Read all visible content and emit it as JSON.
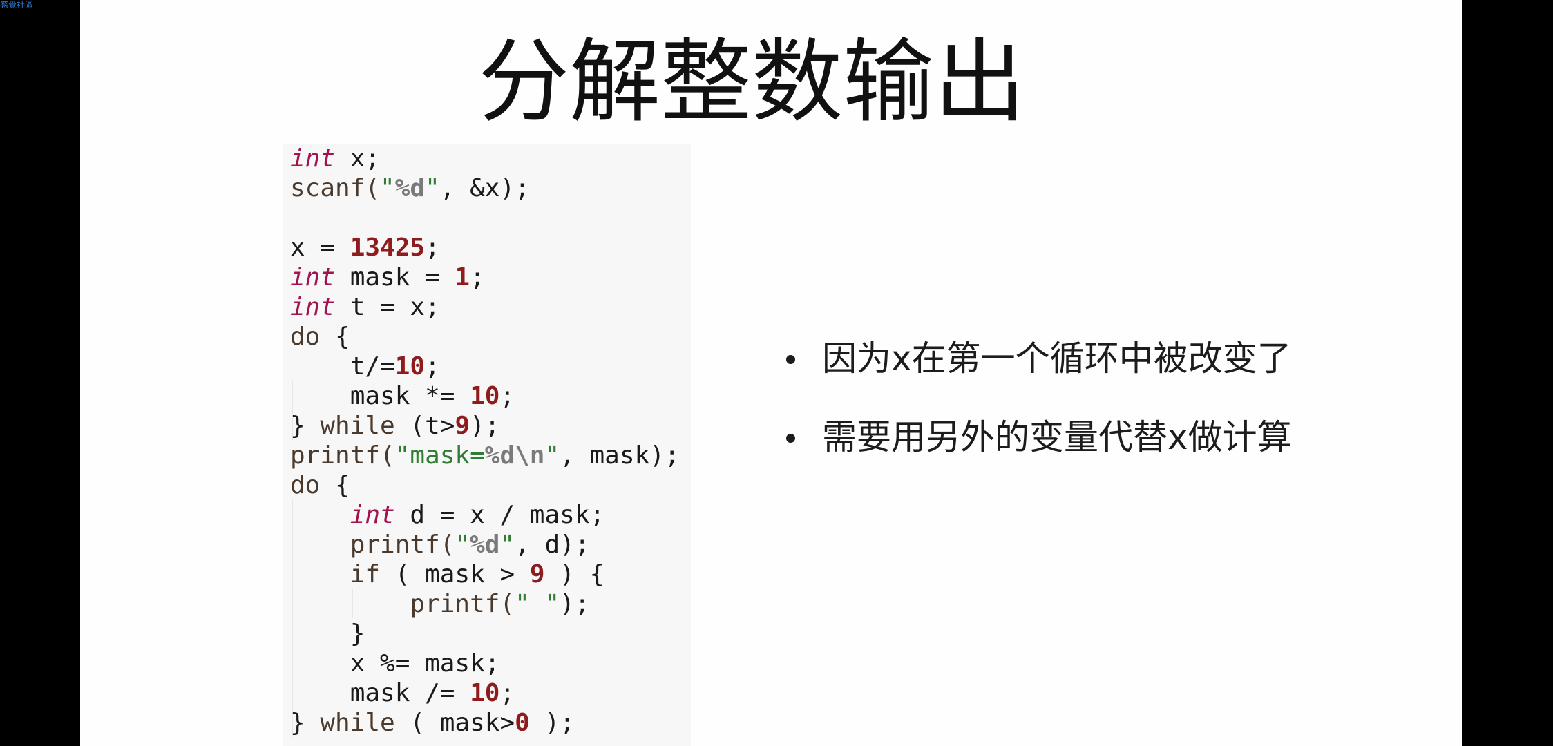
{
  "corner_tag": "感覺社區",
  "slide": {
    "title": "分解整数输出",
    "bullets": [
      "因为x在第一个循环中被改变了",
      "需要用另外的变量代替x做计算"
    ]
  },
  "code": {
    "lines": [
      [
        [
          "kw",
          "int"
        ],
        [
          "p",
          " x;"
        ]
      ],
      [
        [
          "fn",
          "scanf("
        ],
        [
          "str",
          "\""
        ],
        [
          "fmt",
          "%d"
        ],
        [
          "str",
          "\""
        ],
        [
          "p",
          ", &x);"
        ]
      ],
      [
        [
          "p",
          " "
        ]
      ],
      [
        [
          "p",
          "x = "
        ],
        [
          "num",
          "13425"
        ],
        [
          "p",
          ";"
        ]
      ],
      [
        [
          "kw",
          "int"
        ],
        [
          "p",
          " mask = "
        ],
        [
          "num",
          "1"
        ],
        [
          "p",
          ";"
        ]
      ],
      [
        [
          "kw",
          "int"
        ],
        [
          "p",
          " t = x;"
        ]
      ],
      [
        [
          "ctl",
          "do"
        ],
        [
          "p",
          " {"
        ]
      ],
      [
        [
          "p",
          "    t/="
        ],
        [
          "num",
          "10"
        ],
        [
          "p",
          ";"
        ]
      ],
      [
        [
          "p",
          "    mask *= "
        ],
        [
          "num",
          "10"
        ],
        [
          "p",
          ";"
        ]
      ],
      [
        [
          "p",
          "} "
        ],
        [
          "ctl",
          "while"
        ],
        [
          "p",
          " (t>"
        ],
        [
          "num",
          "9"
        ],
        [
          "p",
          ");"
        ]
      ],
      [
        [
          "fn",
          "printf("
        ],
        [
          "str",
          "\"mask="
        ],
        [
          "fmt",
          "%d\\n"
        ],
        [
          "str",
          "\""
        ],
        [
          "p",
          ", mask);"
        ]
      ],
      [
        [
          "ctl",
          "do"
        ],
        [
          "p",
          " {"
        ]
      ],
      [
        [
          "p",
          "    "
        ],
        [
          "kw",
          "int"
        ],
        [
          "p",
          " d = x / mask;"
        ]
      ],
      [
        [
          "p",
          "    "
        ],
        [
          "fn",
          "printf("
        ],
        [
          "str",
          "\""
        ],
        [
          "fmt",
          "%d"
        ],
        [
          "str",
          "\""
        ],
        [
          "p",
          ", d);"
        ]
      ],
      [
        [
          "p",
          "    "
        ],
        [
          "ctl",
          "if"
        ],
        [
          "p",
          " ( mask > "
        ],
        [
          "num",
          "9"
        ],
        [
          "p",
          " ) {"
        ]
      ],
      [
        [
          "p",
          "        "
        ],
        [
          "fn",
          "printf("
        ],
        [
          "str",
          "\" \""
        ],
        [
          "p",
          ");"
        ]
      ],
      [
        [
          "p",
          "    }"
        ]
      ],
      [
        [
          "p",
          "    x %= mask;"
        ]
      ],
      [
        [
          "p",
          "    mask /= "
        ],
        [
          "num",
          "10"
        ],
        [
          "p",
          ";"
        ]
      ],
      [
        [
          "p",
          "} "
        ],
        [
          "ctl",
          "while"
        ],
        [
          "p",
          " ( mask>"
        ],
        [
          "num",
          "0"
        ],
        [
          "p",
          " );"
        ]
      ]
    ]
  }
}
